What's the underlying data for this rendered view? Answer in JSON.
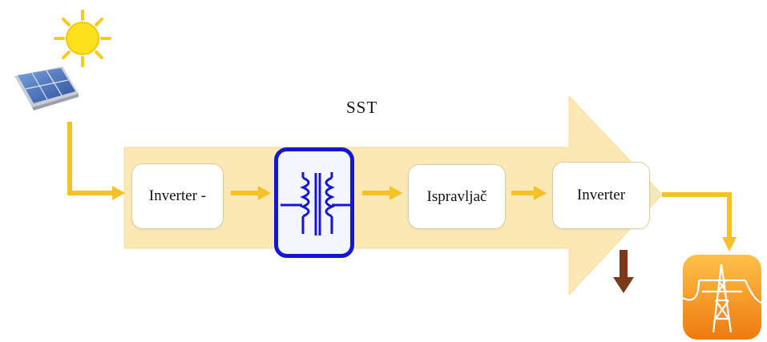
{
  "diagram": {
    "title": "SST",
    "blocks": [
      {
        "id": "inv1",
        "label": "Inverter -"
      },
      {
        "id": "rect",
        "label": "Ispravljač"
      },
      {
        "id": "inv2",
        "label": "Inverter"
      }
    ],
    "icons": [
      "sun-icon",
      "solar-panel-icon",
      "transformer-icon",
      "power-grid-icon"
    ],
    "colors": {
      "big_arrow_fill": "#fbe8b4",
      "flow_arrow": "#f5c12a",
      "transformer_outline": "#1515d8",
      "output_arrow": "#7a3a1a",
      "grid_icon_bg": "#f28c1a"
    }
  }
}
